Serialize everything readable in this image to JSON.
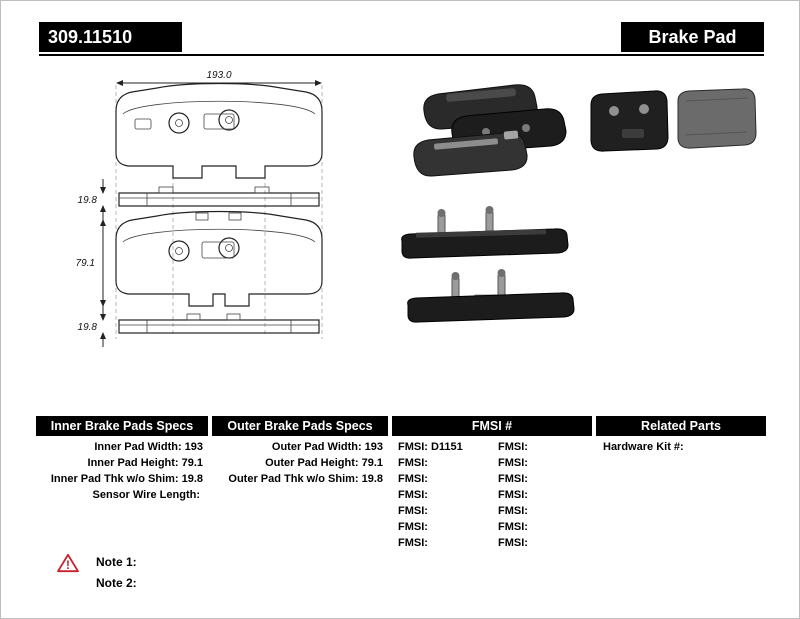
{
  "header": {
    "part_number": "309.11510",
    "product_type": "Brake Pad"
  },
  "colors": {
    "header_bar": "#000000",
    "warning": "#c8202a"
  },
  "drawing": {
    "width_dim": "193.0",
    "thickness_dim_top": "19.8",
    "height_dim": "79.1",
    "thickness_dim_bottom": "19.8"
  },
  "tables": {
    "inner": {
      "header": "Inner Brake Pads Specs",
      "rows": [
        {
          "label": "Inner Pad Width:",
          "value": "193"
        },
        {
          "label": "Inner Pad Height:",
          "value": "79.1"
        },
        {
          "label": "Inner Pad Thk w/o Shim:",
          "value": "19.8"
        },
        {
          "label": "Sensor Wire Length:",
          "value": ""
        }
      ]
    },
    "outer": {
      "header": "Outer Brake Pads Specs",
      "rows": [
        {
          "label": "Outer Pad Width:",
          "value": "193"
        },
        {
          "label": "Outer Pad Height:",
          "value": "79.1"
        },
        {
          "label": "Outer Pad Thk w/o Shim:",
          "value": "19.8"
        }
      ]
    },
    "fmsi": {
      "header": "FMSI #",
      "left_rows": [
        {
          "label": "FMSI:",
          "value": "D1151"
        },
        {
          "label": "FMSI:",
          "value": ""
        },
        {
          "label": "FMSI:",
          "value": ""
        },
        {
          "label": "FMSI:",
          "value": ""
        },
        {
          "label": "FMSI:",
          "value": ""
        },
        {
          "label": "FMSI:",
          "value": ""
        },
        {
          "label": "FMSI:",
          "value": ""
        }
      ],
      "right_rows": [
        {
          "label": "FMSI:",
          "value": ""
        },
        {
          "label": "FMSI:",
          "value": ""
        },
        {
          "label": "FMSI:",
          "value": ""
        },
        {
          "label": "FMSI:",
          "value": ""
        },
        {
          "label": "FMSI:",
          "value": ""
        },
        {
          "label": "FMSI:",
          "value": ""
        },
        {
          "label": "FMSI:",
          "value": ""
        }
      ]
    },
    "related": {
      "header": "Related Parts",
      "rows": [
        {
          "label": "Hardware Kit #:",
          "value": ""
        }
      ]
    }
  },
  "notes": {
    "warning_glyph": "!",
    "items": [
      {
        "label": "Note 1:"
      },
      {
        "label": "Note 2:"
      }
    ]
  }
}
